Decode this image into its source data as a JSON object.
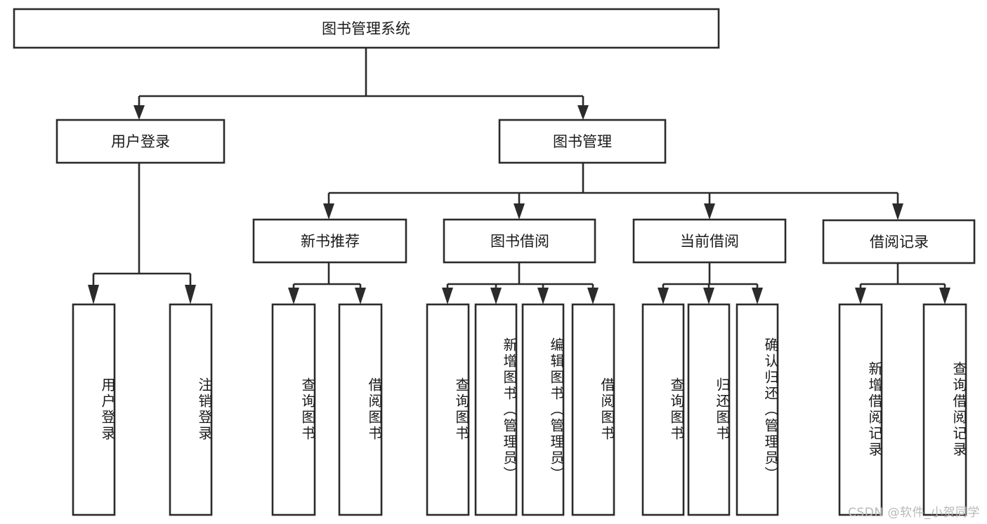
{
  "diagram": {
    "title": "图书管理系统",
    "type": "tree",
    "watermark": "CSDN @软件_小贺同学",
    "colors": {
      "box_stroke": "#2b2b2b",
      "box_fill": "#ffffff",
      "text": "#1a1a1a",
      "watermark": "#b9b9b9",
      "background": "#ffffff"
    },
    "levels": {
      "root": {
        "label": "图书管理系统"
      },
      "level2": [
        {
          "label": "用户登录"
        },
        {
          "label": "图书管理"
        }
      ],
      "level3": [
        {
          "label": "新书推荐"
        },
        {
          "label": "图书借阅"
        },
        {
          "label": "当前借阅"
        },
        {
          "label": "借阅记录"
        }
      ],
      "leaves": {
        "user_login": [
          {
            "label": "用户登录"
          },
          {
            "label": "注销登录"
          }
        ],
        "new_book_recommend": [
          {
            "label": "查询图书"
          },
          {
            "label": "借阅图书"
          }
        ],
        "book_borrow": [
          {
            "label": "查询图书"
          },
          {
            "label": "新增图书（管理员）"
          },
          {
            "label": "编辑图书（管理员）"
          },
          {
            "label": "借阅图书"
          }
        ],
        "current_borrow": [
          {
            "label": "查询图书"
          },
          {
            "label": "归还图书"
          },
          {
            "label": "确认归还（管理员）"
          }
        ],
        "borrow_record": [
          {
            "label": "新增借阅记录"
          },
          {
            "label": "查询借阅记录"
          }
        ]
      }
    }
  }
}
